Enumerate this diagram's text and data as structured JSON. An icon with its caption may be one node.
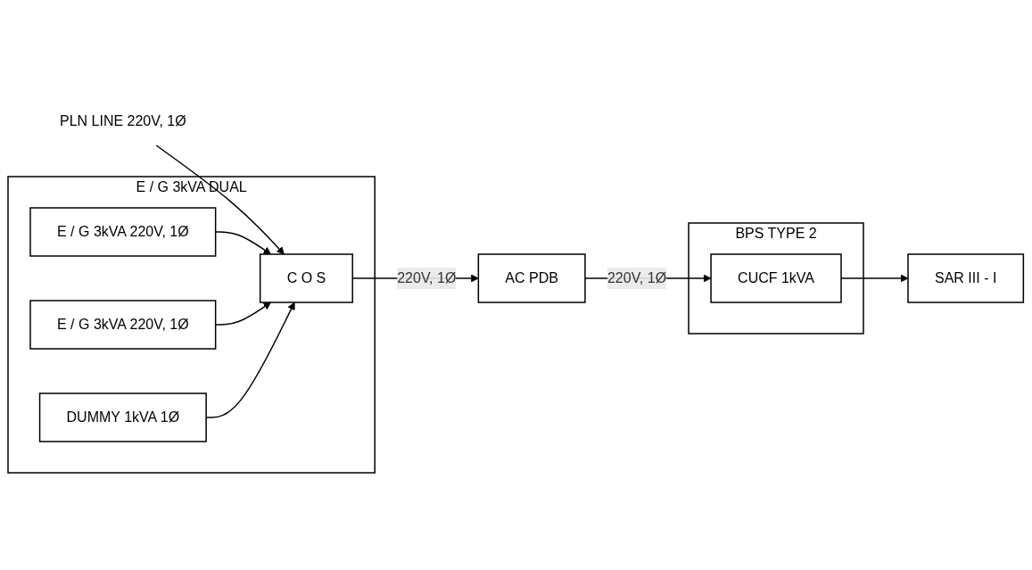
{
  "diagram": {
    "nodes": [
      {
        "text": [
          "PLN LINE 220V, 1Ø"
        ]
      },
      {
        "text": [
          "E / G 3kVA DUAL"
        ]
      },
      {
        "text": [
          "E / G 3kVA 220V, 1Ø"
        ],
        "in": 1
      },
      {
        "text": [
          "E / G 3kVA 220V, 1Ø"
        ],
        "in": 1
      },
      {
        "text": [
          "C O S"
        ],
        "in": 1
      },
      {
        "text": [
          "DUMMY 1kVA 1Ø"
        ],
        "in": 1
      },
      {
        "text": [
          "AC PDB"
        ]
      },
      {
        "text": [
          "BPS TYPE 2"
        ]
      },
      {
        "text": [
          "CUCF 1kVA"
        ],
        "in": 7
      },
      {
        "text": [
          "SAR III - I"
        ]
      }
    ],
    "edges": [
      {
        "from": 0,
        "to": 4,
        "arrow": "to"
      },
      {
        "from": 2,
        "to": 4,
        "arrow": "to"
      },
      {
        "from": 3,
        "to": 4,
        "arrow": "to"
      },
      {
        "from": 5,
        "to": 4,
        "arrow": "to"
      },
      {
        "from": 4,
        "to": 6,
        "arrow": "to",
        "label": "220V, 1Ø"
      },
      {
        "from": 6,
        "to": 8,
        "arrow": "to",
        "label": "220V, 1Ø"
      },
      {
        "from": 8,
        "to": 9,
        "arrow": "to"
      }
    ]
  }
}
